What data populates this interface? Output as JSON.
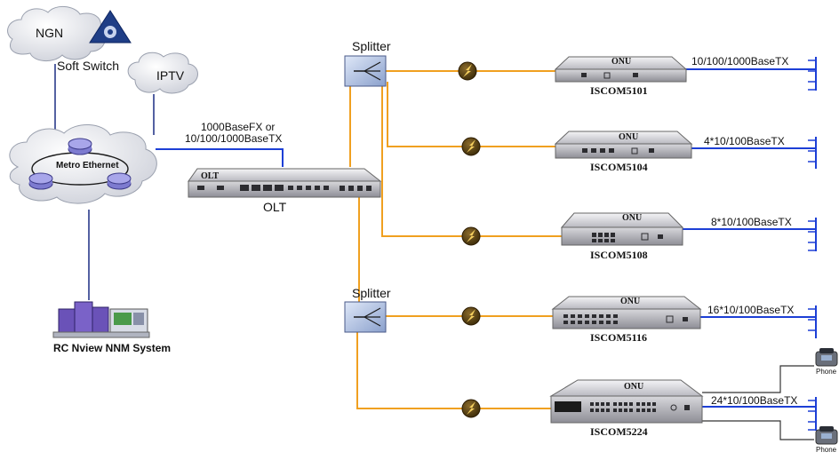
{
  "cloud_ngn": {
    "label": "NGN"
  },
  "soft_switch": {
    "label": "Soft Switch"
  },
  "cloud_iptv": {
    "label": "IPTV"
  },
  "metro": {
    "label": "Metro Ethernet"
  },
  "uplink": {
    "line1": "1000BaseFX or",
    "line2": "10/100/1000BaseTX"
  },
  "olt": {
    "label": "OLT",
    "plate": "OLT"
  },
  "nms": {
    "label": "RC Nview NNM System"
  },
  "splitters": [
    {
      "label": "Splitter"
    },
    {
      "label": "Splitter"
    }
  ],
  "onus": [
    {
      "name": "ISCOM5101",
      "plate": "ONU",
      "link": "10/100/1000BaseTX"
    },
    {
      "name": "ISCOM5104",
      "plate": "ONU",
      "link": "4*10/100BaseTX"
    },
    {
      "name": "ISCOM5108",
      "plate": "ONU",
      "link": "8*10/100BaseTX"
    },
    {
      "name": "ISCOM5116",
      "plate": "ONU",
      "link": "16*10/100BaseTX"
    },
    {
      "name": "ISCOM5224",
      "plate": "ONU",
      "link": "24*10/100BaseTX"
    }
  ],
  "phones": [
    {
      "label": "Phone"
    },
    {
      "label": "Phone"
    }
  ],
  "colors": {
    "fiber": "#f0a020",
    "ethernet": "#1d3fd6",
    "mgmt": "#2a3a8a",
    "device_body": "#c8c8cc",
    "device_dark": "#2c2c30",
    "cloud": "#e2e4ea",
    "splitter": "#b8c8e8"
  },
  "icons": {
    "fiber_tap": "lightning-disc-icon",
    "router": "router-icon",
    "phone": "phone-icon",
    "server": "server-rack-icon"
  }
}
